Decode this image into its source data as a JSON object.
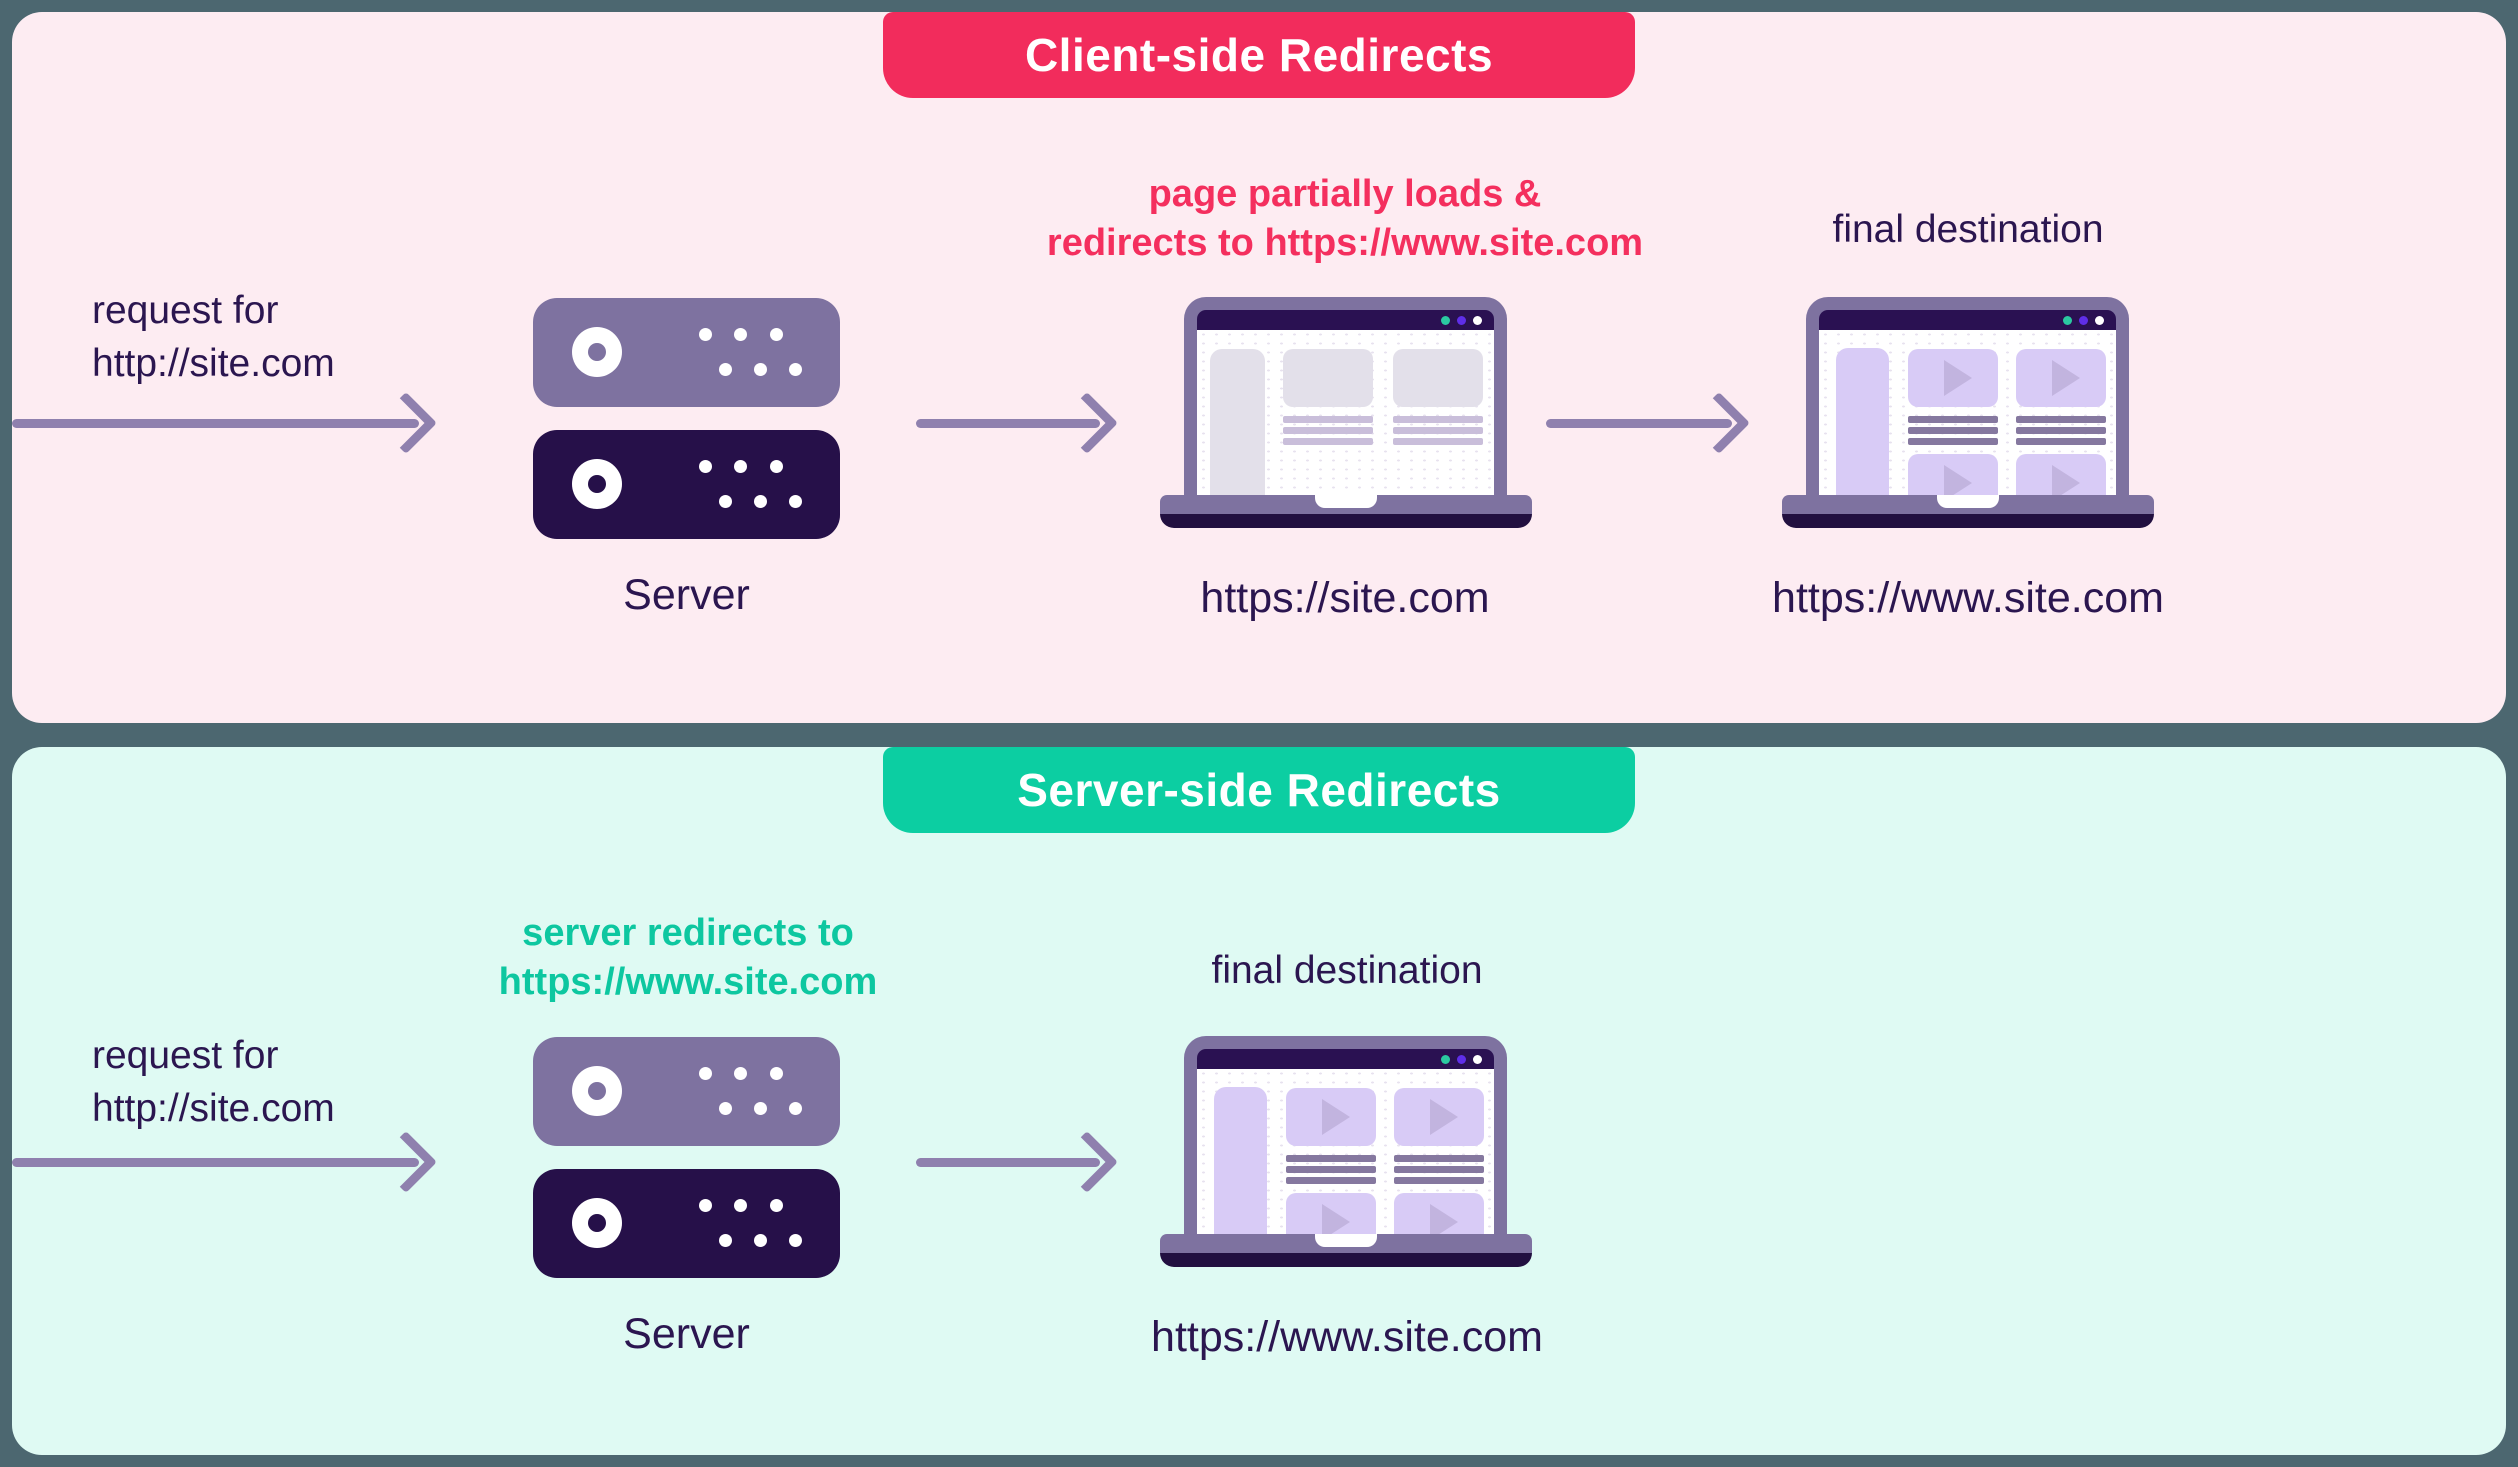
{
  "colors": {
    "page_background": "#4C6770",
    "client_panel_bg": "#FDECF2",
    "server_panel_bg": "#DFFAF3",
    "client_accent_red": "#F22C5C",
    "server_accent_green": "#0CCEA2",
    "annotation_red": "#F42F5E",
    "annotation_green": "#0DC7A0",
    "text_dark_purple": "#2B1650",
    "arrow_purple": "#8F80AE",
    "rack_light_purple": "#7E72A0",
    "rack_dark_purple": "#261049",
    "laptop_topbar": "#2A1152",
    "placeholder_gray": "#E3E0EA",
    "placeholder_lavender": "#D8CBF6"
  },
  "client_section": {
    "banner_label": "Client-side Redirects",
    "request": {
      "line1": "request for",
      "line2": "http://site.com"
    },
    "server_label": "Server",
    "annotation": {
      "line1": "page partially loads &",
      "line2": "redirects to https://www.site.com"
    },
    "partial_page_url": "https://site.com",
    "final_destination_label": "final destination",
    "final_page_url": "https://www.site.com"
  },
  "server_section": {
    "banner_label": "Server-side Redirects",
    "annotation": {
      "line1": "server redirects to",
      "line2": "https://www.site.com"
    },
    "request": {
      "line1": "request for",
      "line2": "http://site.com"
    },
    "server_label": "Server",
    "final_destination_label": "final destination",
    "final_page_url": "https://www.site.com"
  }
}
